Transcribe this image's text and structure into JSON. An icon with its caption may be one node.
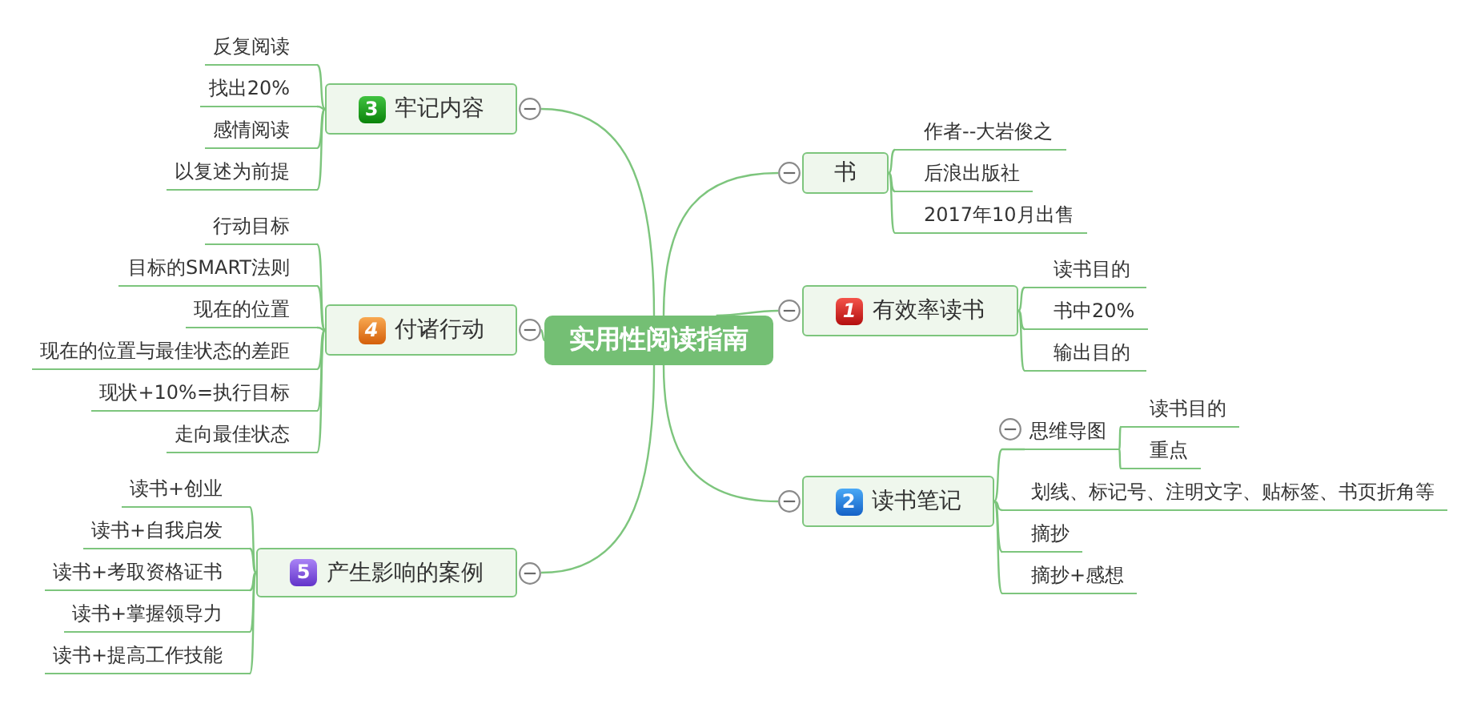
{
  "diagram": {
    "nodes": [
      {
        "text": [
          "实用性阅读指南"
        ]
      },
      {
        "text": [
          "书"
        ]
      },
      {
        "text": [
          "作者--大岩俊之"
        ]
      },
      {
        "text": [
          "后浪出版社"
        ]
      },
      {
        "text": [
          "2017年10月出售"
        ]
      },
      {
        "text": [
          "1",
          "有效率读书"
        ]
      },
      {
        "text": [
          "读书目的"
        ]
      },
      {
        "text": [
          "书中20%"
        ]
      },
      {
        "text": [
          "输出目的"
        ]
      },
      {
        "text": [
          "2",
          "读书笔记"
        ]
      },
      {
        "text": [
          "思维导图"
        ]
      },
      {
        "text": [
          "读书目的"
        ]
      },
      {
        "text": [
          "重点"
        ]
      },
      {
        "text": [
          "划线、标记号、注明文字、贴标签、书页折角等"
        ]
      },
      {
        "text": [
          "摘抄"
        ]
      },
      {
        "text": [
          "摘抄+感想"
        ]
      },
      {
        "text": [
          "3",
          "牢记内容"
        ]
      },
      {
        "text": [
          "反复阅读"
        ]
      },
      {
        "text": [
          "找出20%"
        ]
      },
      {
        "text": [
          "感情阅读"
        ]
      },
      {
        "text": [
          "以复述为前提"
        ]
      },
      {
        "text": [
          "4",
          "付诸行动"
        ]
      },
      {
        "text": [
          "行动目标"
        ]
      },
      {
        "text": [
          "目标的SMART法则"
        ]
      },
      {
        "text": [
          "现在的位置"
        ]
      },
      {
        "text": [
          "现在的位置与最佳状态的差距"
        ]
      },
      {
        "text": [
          "现状+10%=执行目标"
        ]
      },
      {
        "text": [
          "走向最佳状态"
        ]
      },
      {
        "text": [
          "5",
          "产生影响的案例"
        ]
      },
      {
        "text": [
          "读书+创业"
        ]
      },
      {
        "text": [
          "读书+自我启发"
        ]
      },
      {
        "text": [
          "读书+考取资格证书"
        ]
      },
      {
        "text": [
          "读书+掌握领导力"
        ]
      },
      {
        "text": [
          "读书+提高工作技能"
        ]
      }
    ],
    "edges": [
      {
        "from": 0,
        "to": 1,
        "arrow": "none"
      },
      {
        "from": 1,
        "to": 2,
        "arrow": "none"
      },
      {
        "from": 1,
        "to": 3,
        "arrow": "none"
      },
      {
        "from": 1,
        "to": 4,
        "arrow": "none"
      },
      {
        "from": 0,
        "to": 5,
        "arrow": "none"
      },
      {
        "from": 5,
        "to": 6,
        "arrow": "none"
      },
      {
        "from": 5,
        "to": 7,
        "arrow": "none"
      },
      {
        "from": 5,
        "to": 8,
        "arrow": "none"
      },
      {
        "from": 0,
        "to": 9,
        "arrow": "none"
      },
      {
        "from": 9,
        "to": 10,
        "arrow": "none"
      },
      {
        "from": 10,
        "to": 11,
        "arrow": "none"
      },
      {
        "from": 10,
        "to": 12,
        "arrow": "none"
      },
      {
        "from": 9,
        "to": 13,
        "arrow": "none"
      },
      {
        "from": 9,
        "to": 14,
        "arrow": "none"
      },
      {
        "from": 9,
        "to": 15,
        "arrow": "none"
      },
      {
        "from": 0,
        "to": 16,
        "arrow": "none"
      },
      {
        "from": 16,
        "to": 17,
        "arrow": "none"
      },
      {
        "from": 16,
        "to": 18,
        "arrow": "none"
      },
      {
        "from": 16,
        "to": 19,
        "arrow": "none"
      },
      {
        "from": 16,
        "to": 20,
        "arrow": "none"
      },
      {
        "from": 0,
        "to": 21,
        "arrow": "none"
      },
      {
        "from": 21,
        "to": 22,
        "arrow": "none"
      },
      {
        "from": 21,
        "to": 23,
        "arrow": "none"
      },
      {
        "from": 21,
        "to": 24,
        "arrow": "none"
      },
      {
        "from": 21,
        "to": 25,
        "arrow": "none"
      },
      {
        "from": 21,
        "to": 26,
        "arrow": "none"
      },
      {
        "from": 21,
        "to": 27,
        "arrow": "none"
      },
      {
        "from": 0,
        "to": 28,
        "arrow": "none"
      },
      {
        "from": 28,
        "to": 29,
        "arrow": "none"
      },
      {
        "from": 28,
        "to": 30,
        "arrow": "none"
      },
      {
        "from": 28,
        "to": 31,
        "arrow": "none"
      },
      {
        "from": 28,
        "to": 32,
        "arrow": "none"
      },
      {
        "from": 28,
        "to": 33,
        "arrow": "none"
      }
    ]
  }
}
